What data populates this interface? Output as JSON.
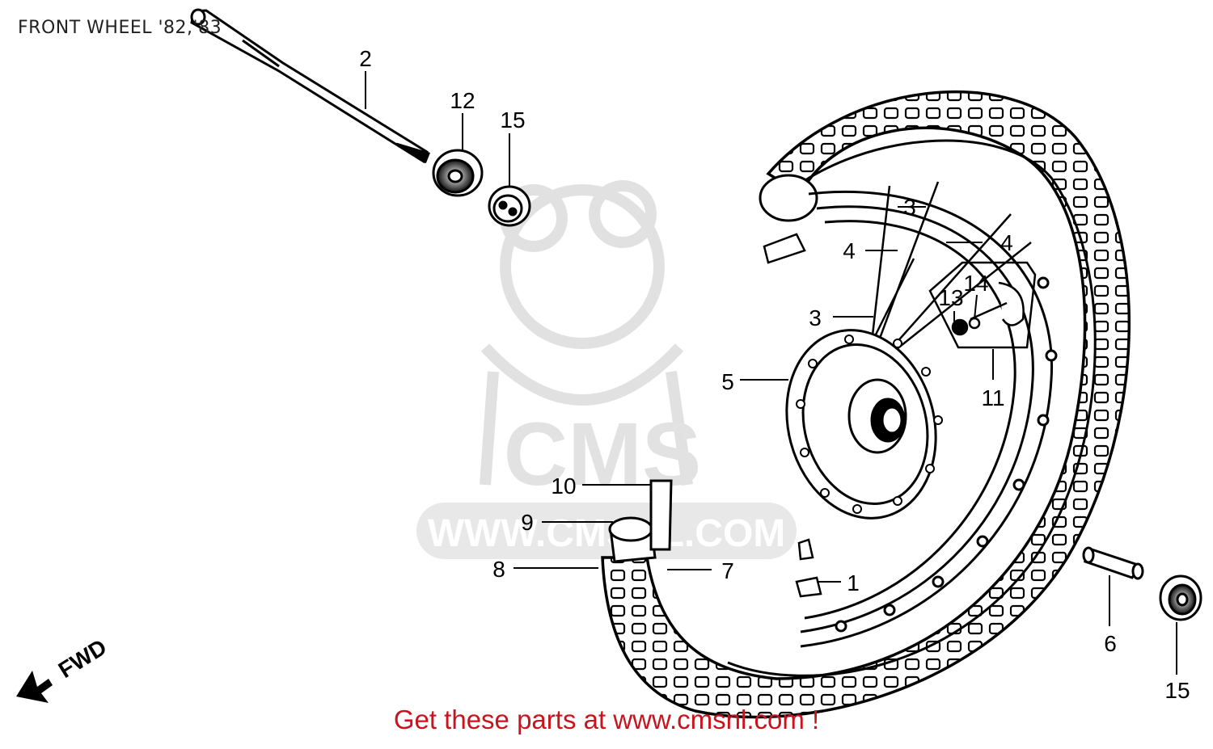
{
  "title": "FRONT WHEEL  '82,'83",
  "call_to_action": "Get these parts at www.cmsnl.com !",
  "watermark": {
    "brand": "CMS",
    "url": "WWW.CMSNL.COM"
  },
  "direction_marker": "FWD",
  "callouts": {
    "c1": "1",
    "c2": "2",
    "c3a": "3",
    "c3b": "3",
    "c4a": "4",
    "c4b": "4",
    "c5": "5",
    "c6": "6",
    "c7": "7",
    "c8": "8",
    "c9": "9",
    "c10": "10",
    "c11": "11",
    "c12": "12",
    "c13": "13",
    "c14": "14",
    "c15a": "15",
    "c15b": "15"
  },
  "colors": {
    "line": "#000000",
    "accent": "#c8141e",
    "watermark": "#d9d9d9"
  }
}
